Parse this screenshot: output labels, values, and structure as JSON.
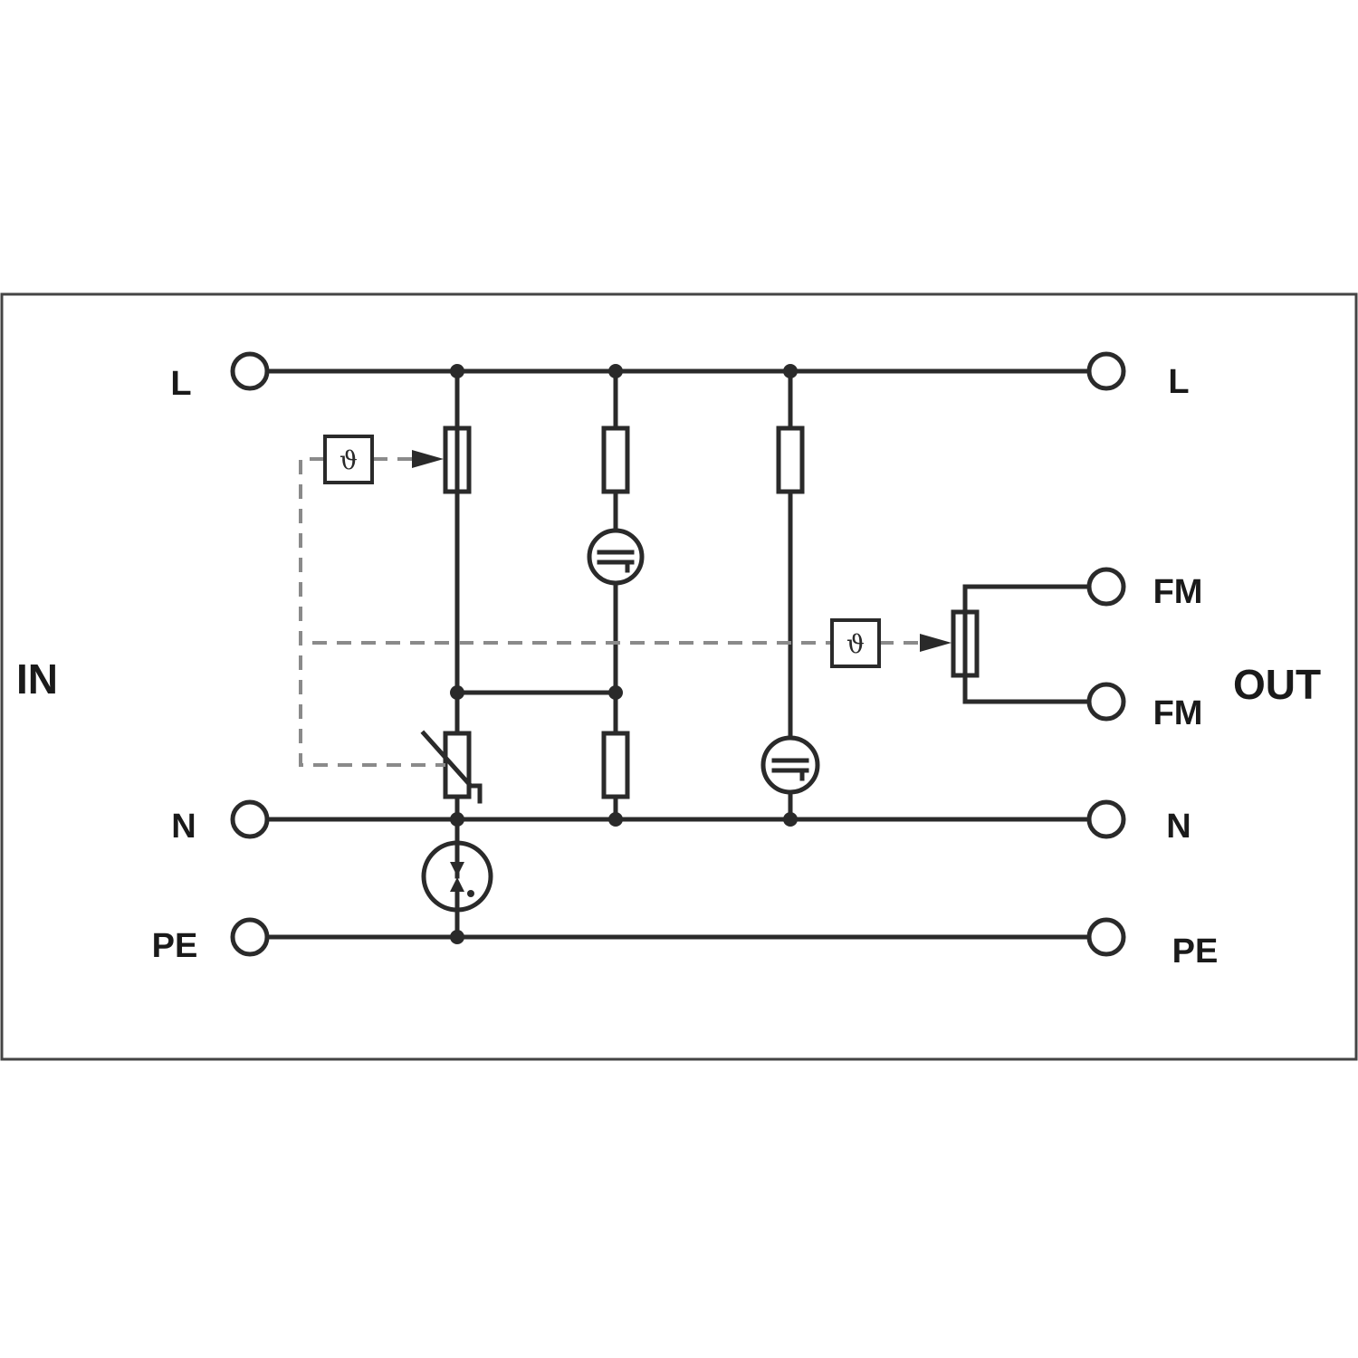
{
  "labels": {
    "in": "IN",
    "out": "OUT",
    "left": {
      "l": "L",
      "n": "N",
      "pe": "PE"
    },
    "right": {
      "l": "L",
      "fm1": "FM",
      "fm2": "FM",
      "n": "N",
      "pe": "PE"
    }
  },
  "thermal_symbol": "ϑ",
  "colors": {
    "line": "#2a2a2a",
    "dashed_link": "#8a8a8a",
    "frame": "#444444"
  }
}
